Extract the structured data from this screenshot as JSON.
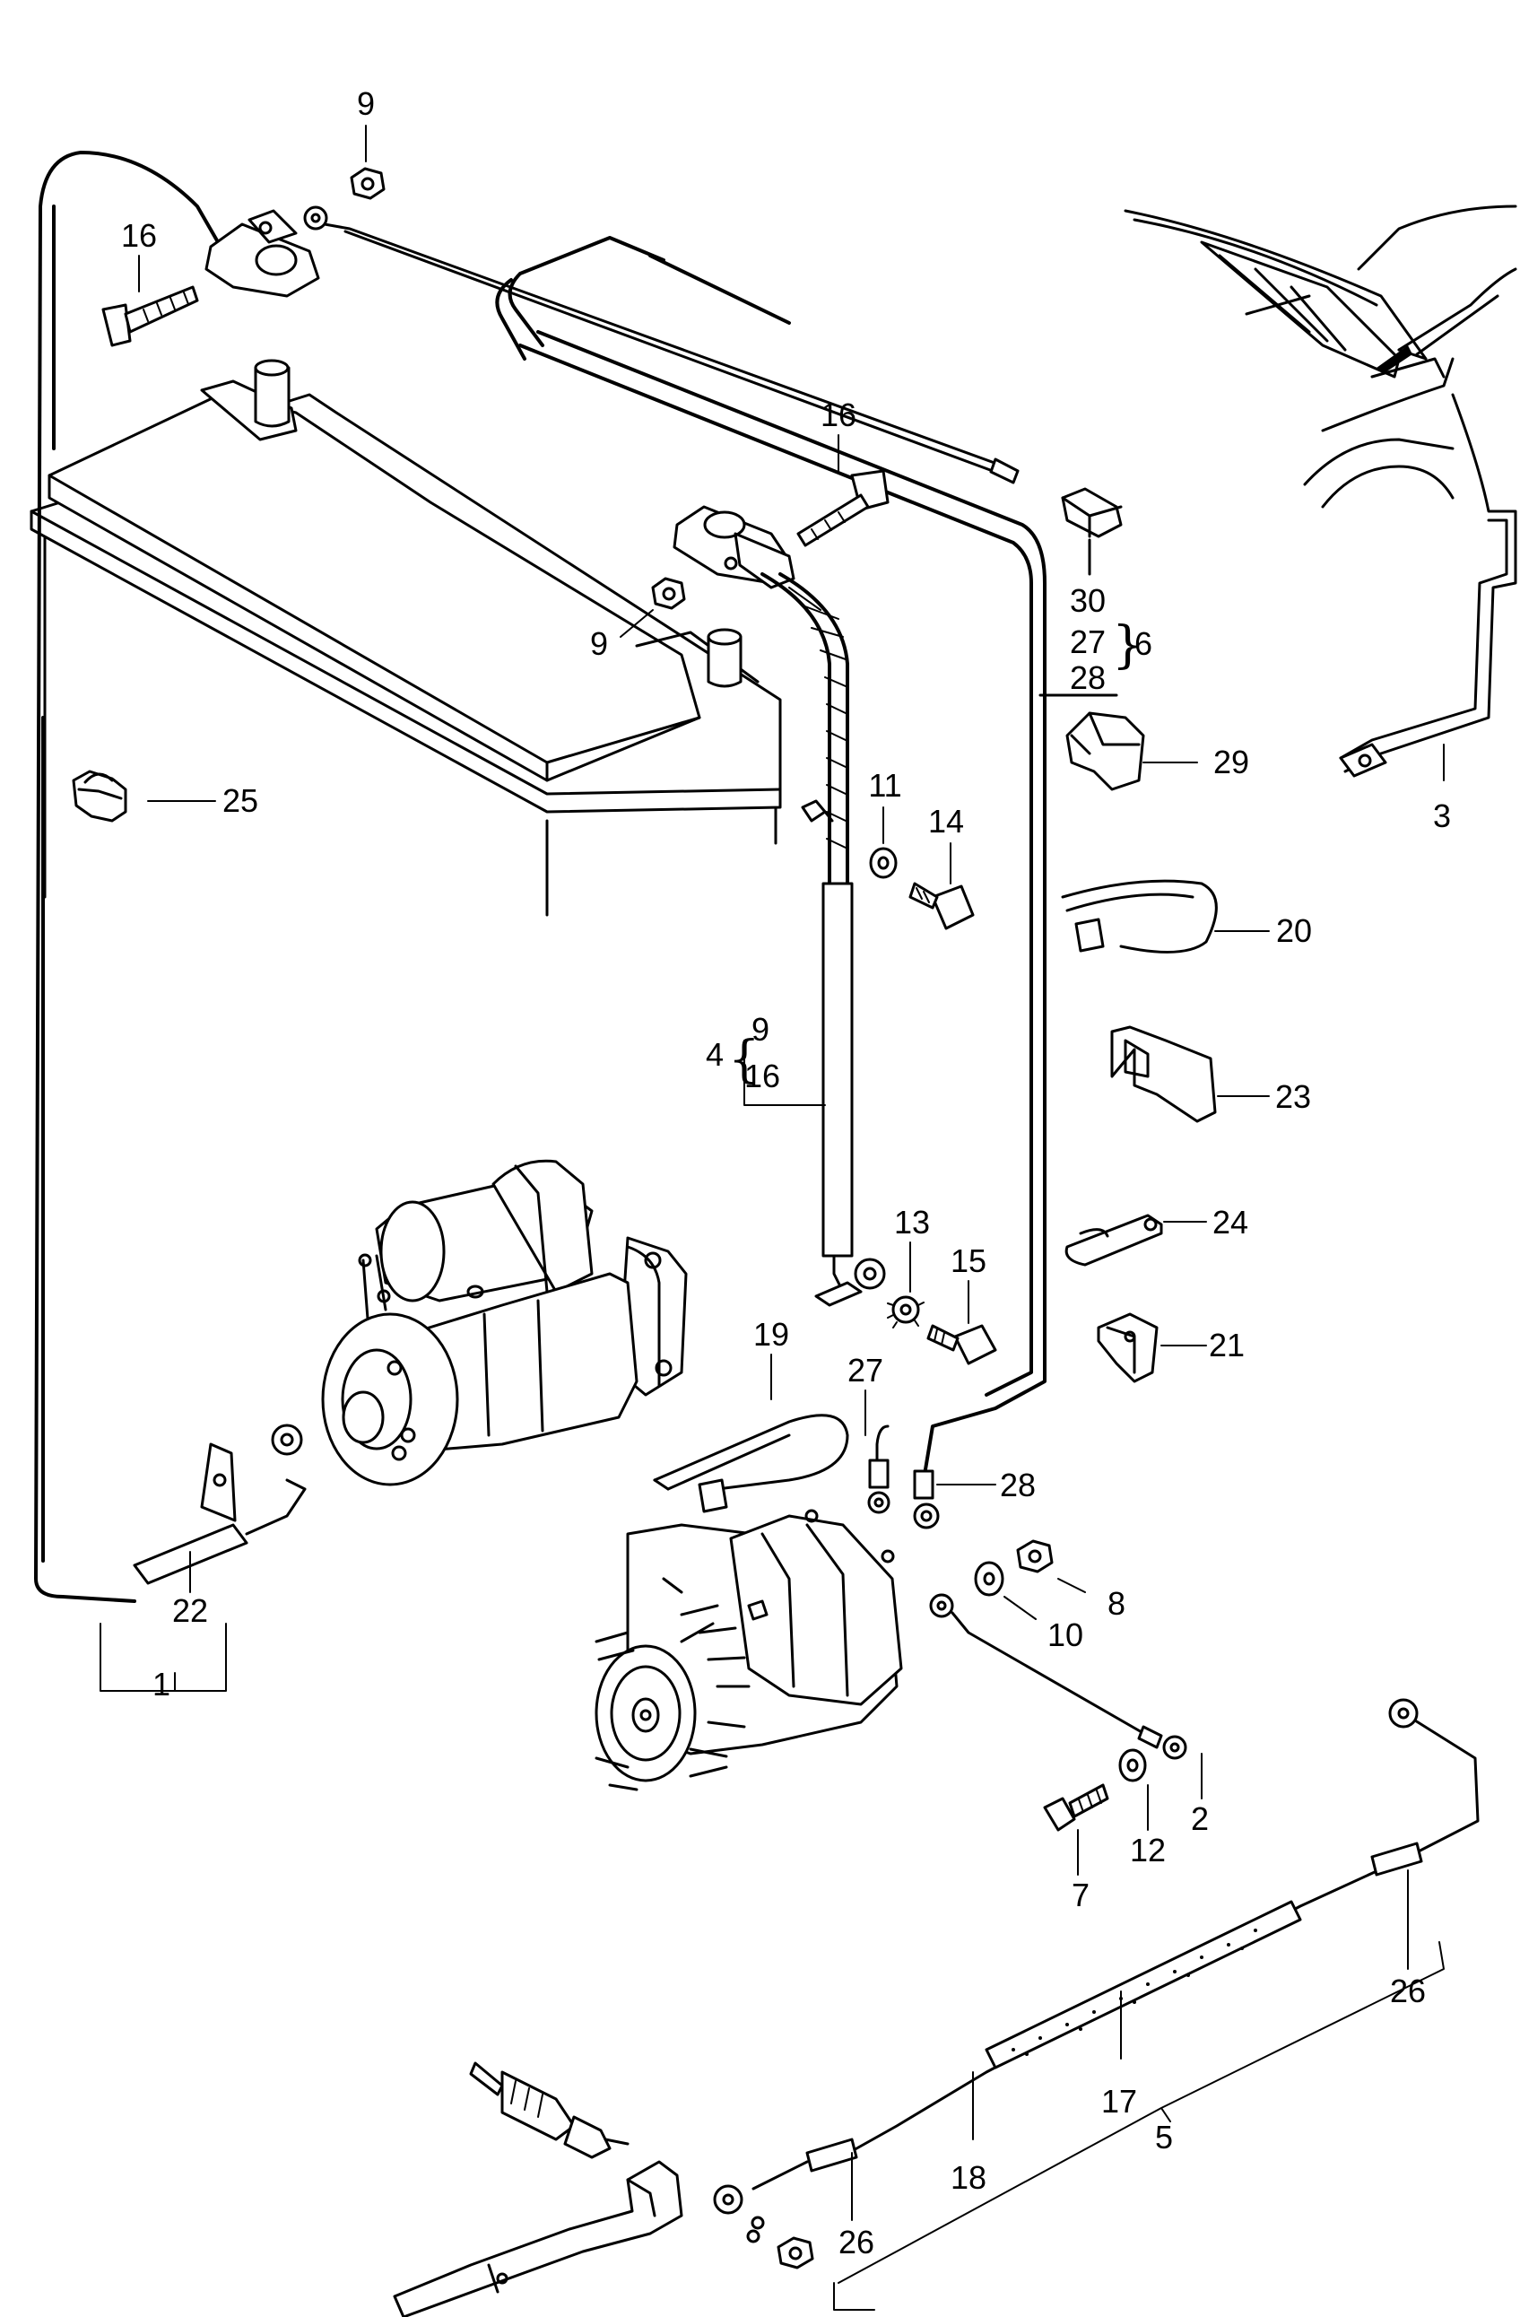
{
  "diagram": {
    "callouts": [
      {
        "id": "c9a",
        "text": "9"
      },
      {
        "id": "c16a",
        "text": "16"
      },
      {
        "id": "c16b",
        "text": "16"
      },
      {
        "id": "c9b",
        "text": "9"
      },
      {
        "id": "c25",
        "text": "25"
      },
      {
        "id": "c30",
        "text": "30"
      },
      {
        "id": "c27a",
        "text": "27"
      },
      {
        "id": "c28a",
        "text": "28"
      },
      {
        "id": "c6",
        "text": "6"
      },
      {
        "id": "c29",
        "text": "29"
      },
      {
        "id": "c3",
        "text": "3"
      },
      {
        "id": "c11",
        "text": "11"
      },
      {
        "id": "c14",
        "text": "14"
      },
      {
        "id": "c20",
        "text": "20"
      },
      {
        "id": "c4",
        "text": "4"
      },
      {
        "id": "c9c",
        "text": "9"
      },
      {
        "id": "c16c",
        "text": "16"
      },
      {
        "id": "c23",
        "text": "23"
      },
      {
        "id": "c13",
        "text": "13"
      },
      {
        "id": "c15",
        "text": "15"
      },
      {
        "id": "c24",
        "text": "24"
      },
      {
        "id": "c21",
        "text": "21"
      },
      {
        "id": "c19",
        "text": "19"
      },
      {
        "id": "c27b",
        "text": "27"
      },
      {
        "id": "c28b",
        "text": "28"
      },
      {
        "id": "c8",
        "text": "8"
      },
      {
        "id": "c10",
        "text": "10"
      },
      {
        "id": "c22",
        "text": "22"
      },
      {
        "id": "c1",
        "text": "1"
      },
      {
        "id": "c2",
        "text": "2"
      },
      {
        "id": "c12",
        "text": "12"
      },
      {
        "id": "c7",
        "text": "7"
      },
      {
        "id": "c26a",
        "text": "26"
      },
      {
        "id": "c17",
        "text": "17"
      },
      {
        "id": "c5",
        "text": "5"
      },
      {
        "id": "c18",
        "text": "18"
      },
      {
        "id": "c26b",
        "text": "26"
      }
    ]
  }
}
